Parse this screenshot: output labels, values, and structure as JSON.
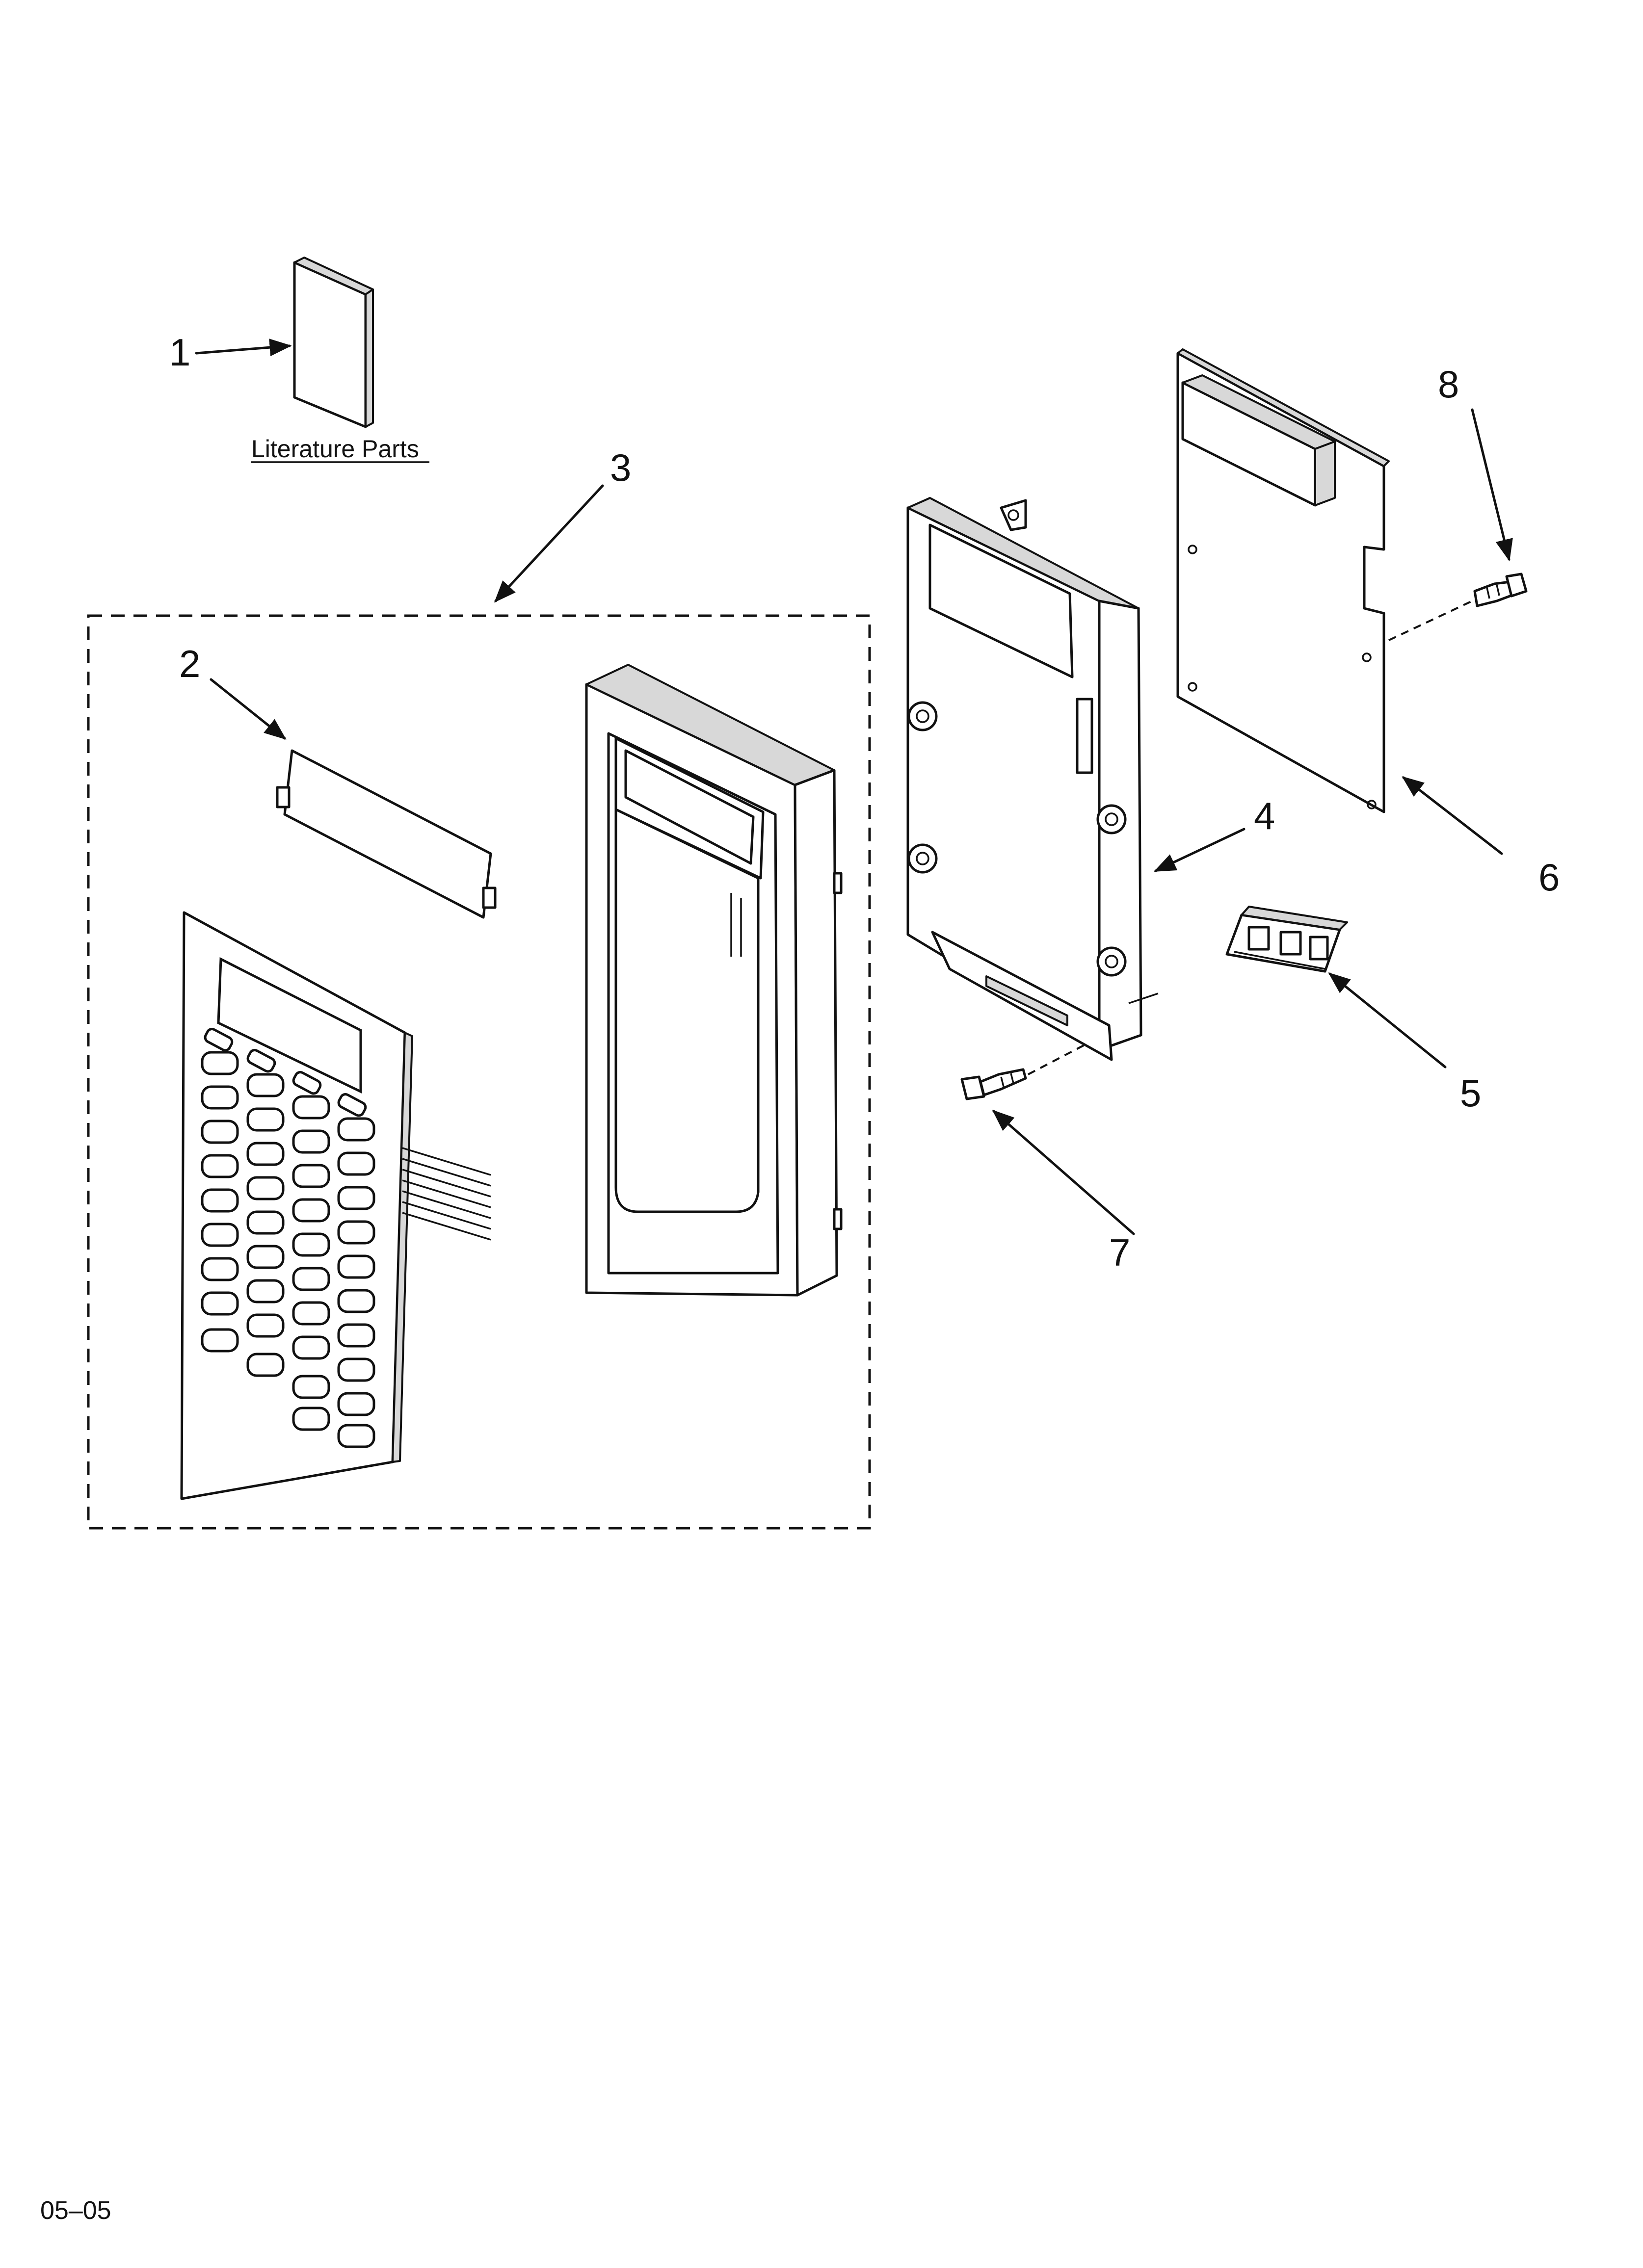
{
  "callouts": [
    {
      "id": "1",
      "label": "1"
    },
    {
      "id": "2",
      "label": "2"
    },
    {
      "id": "3",
      "label": "3"
    },
    {
      "id": "4",
      "label": "4"
    },
    {
      "id": "5",
      "label": "5"
    },
    {
      "id": "6",
      "label": "6"
    },
    {
      "id": "7",
      "label": "7"
    },
    {
      "id": "8",
      "label": "8"
    }
  ],
  "literature_caption": "Literature Parts",
  "footer_code": "05–05"
}
